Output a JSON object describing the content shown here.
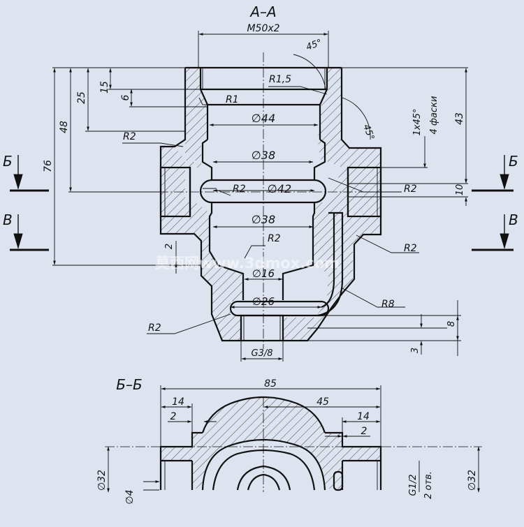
{
  "sections": {
    "aa": "А–А",
    "bb": "Б–Б",
    "mark_b": "Б",
    "mark_v": "В"
  },
  "dims": {
    "thread": "М50x2",
    "ang45_a": "45°",
    "ang45_b": "45°",
    "r15": "R1,5",
    "r1": "R1",
    "d44": "∅44",
    "d38a": "∅38",
    "d42": "∅42",
    "d38b": "∅38",
    "d16": "∅16",
    "d26": "∅26",
    "g38": "G3/8",
    "r2_left": "R2",
    "r2_mid": "R2",
    "r2_right": "R2",
    "r2_right2": "R2",
    "r2_center": "R2",
    "r2_bottom": "R2",
    "r8": "R8",
    "v15": "15",
    "v6": "6",
    "v25": "25",
    "v48": "48",
    "v76": "76",
    "v2": "2",
    "v43": "43",
    "v10": "10",
    "v8": "8",
    "v3": "3",
    "chamfer1": "1x45°",
    "chamfer2": "4 фаски",
    "b85": "85",
    "b14a": "14",
    "b2a": "2",
    "b45": "45",
    "b14b": "14",
    "b2b": "2",
    "bd32a": "∅32",
    "bd4": "∅4",
    "bg12": "G1/2",
    "b2otv": "2 отв.",
    "bd32b": "∅32"
  },
  "watermark": "莫西网www.3dmox.com"
}
